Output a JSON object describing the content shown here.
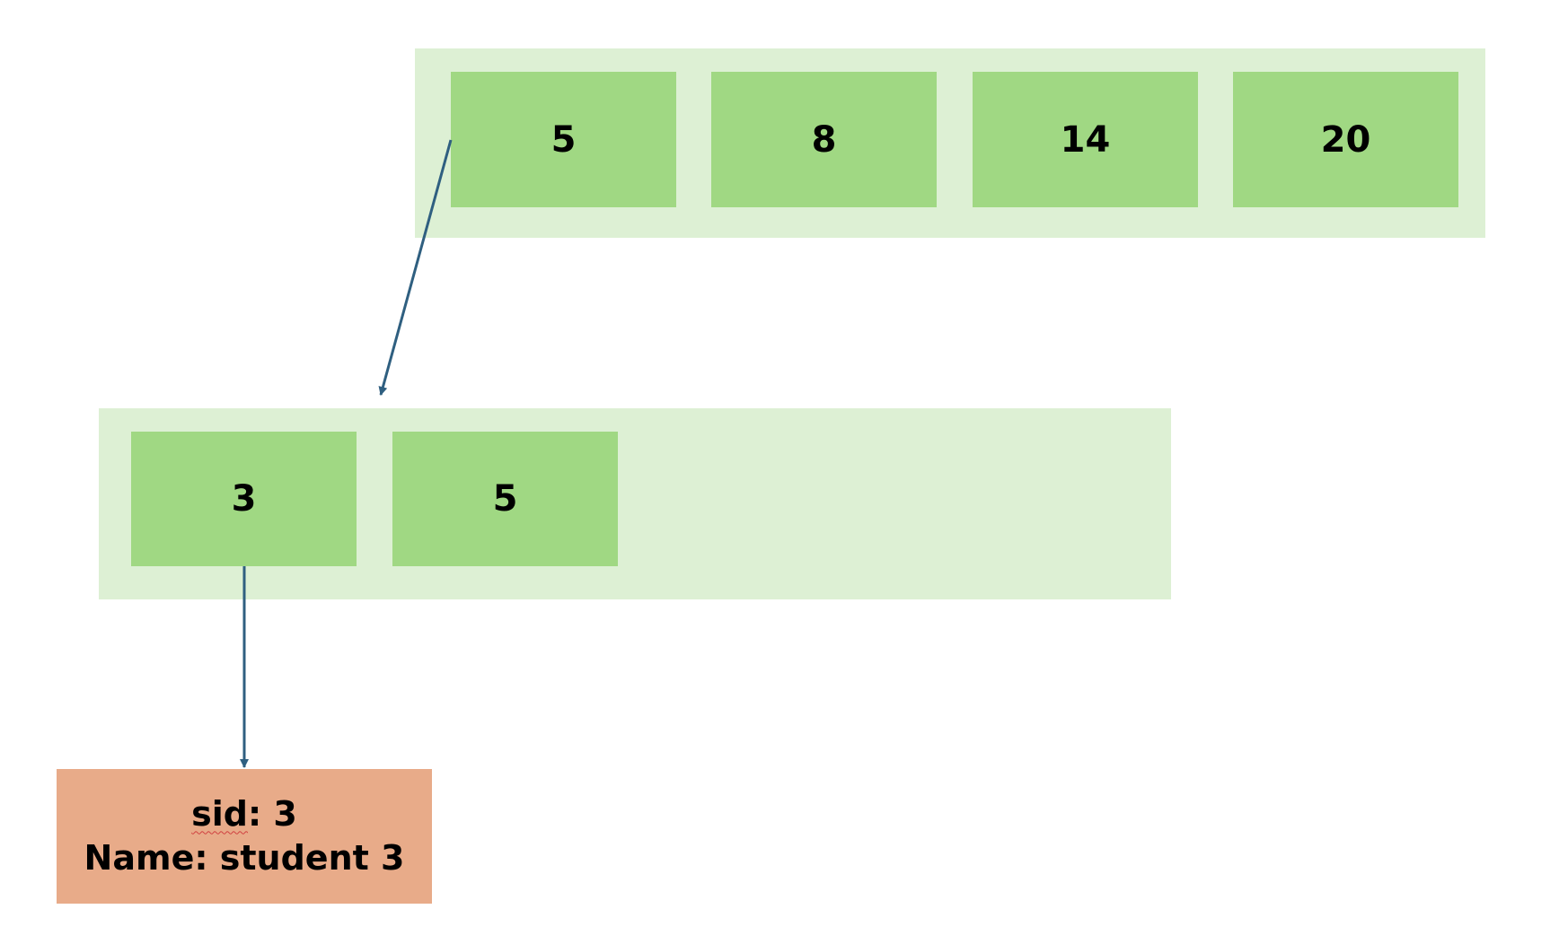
{
  "root_node": {
    "keys": [
      "5",
      "8",
      "14",
      "20"
    ]
  },
  "child_node": {
    "keys": [
      "3",
      "5"
    ]
  },
  "record": {
    "line1_label": "sid",
    "line1_sep": ": ",
    "line1_value": "3",
    "line2": "Name: student 3"
  },
  "colors": {
    "node_background": "#ddf0d4",
    "key_cell": "#a0d883",
    "record_box": "#e8ab89",
    "arrow": "#2f5f80"
  }
}
